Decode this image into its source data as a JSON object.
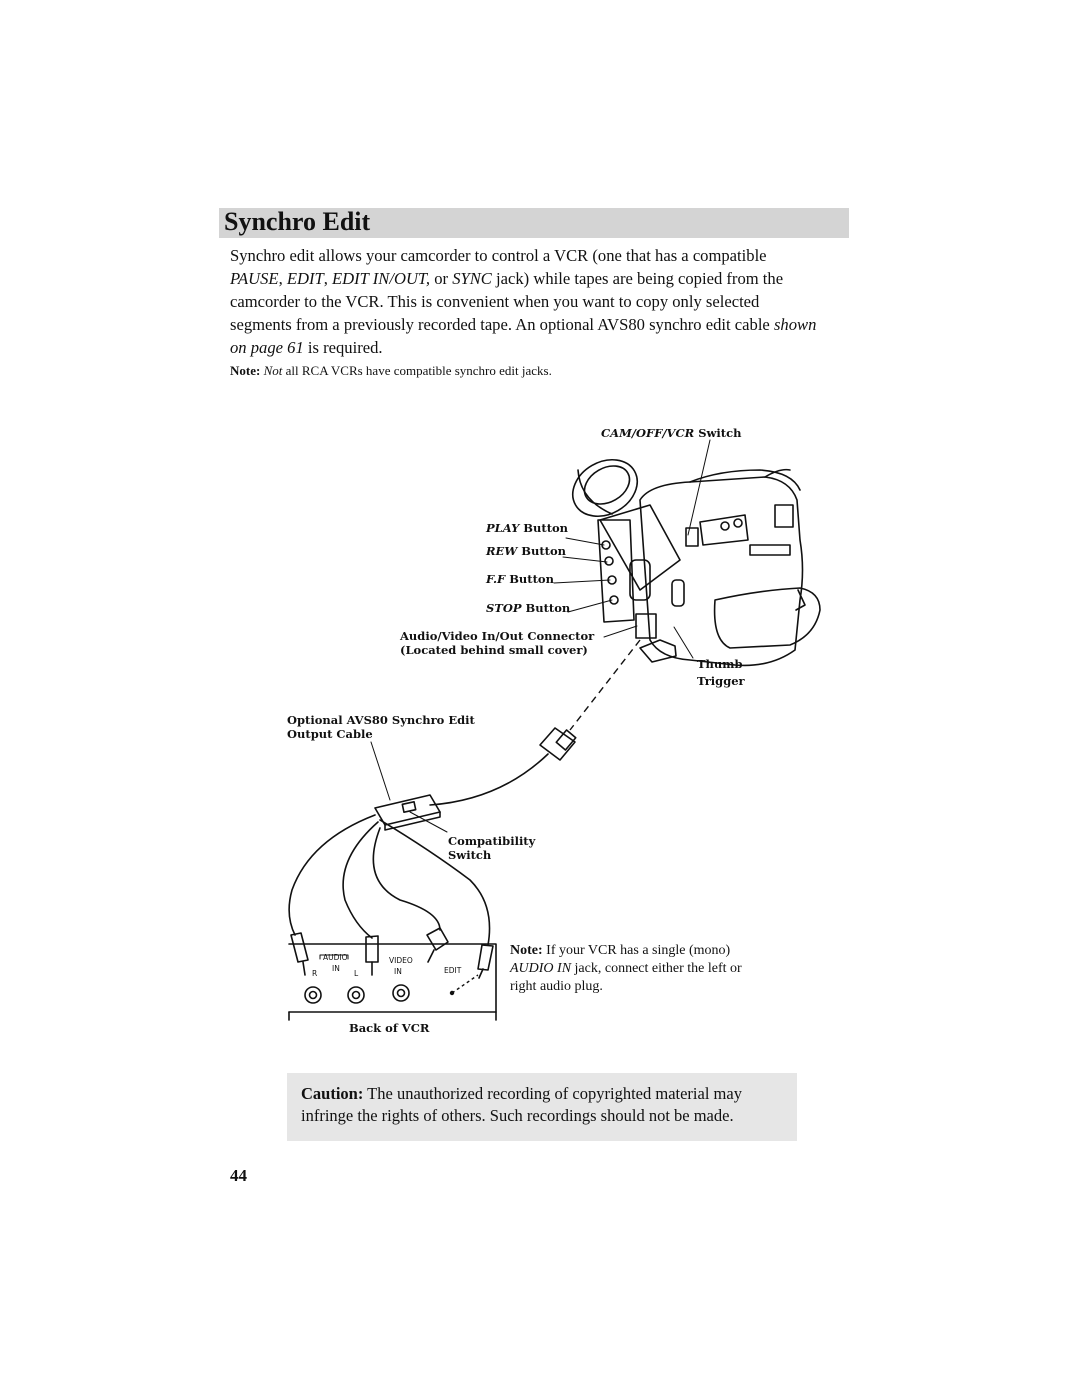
{
  "heading": "Synchro Edit",
  "intro": {
    "p1": "Synchro edit allows your camcorder to control a VCR (one that has a compatible ",
    "i1": "PAUSE",
    "p2": ", ",
    "i2": "EDIT",
    "p3": ", ",
    "i3": "EDIT IN/OUT,",
    "p4": " or ",
    "i4": "SYNC",
    "p5": " jack) while tapes are being copied from the camcorder to the VCR.  This is convenient when you want to copy only selected segments from a previously recorded tape.  An optional AVS80 synchro edit cable ",
    "i5": "shown on page 61",
    "p6": " is required."
  },
  "note1": {
    "label": "Note:",
    "italic": "Not",
    "text": " all RCA VCRs have compatible synchro edit jacks."
  },
  "figure": {
    "cam_switch_italic": "CAM/OFF/VCR",
    "cam_switch_text": " Switch",
    "play_italic": "PLAY",
    "rew_italic": "REW",
    "ff_italic": "F.F",
    "stop_italic": "STOP",
    "button_word": " Button",
    "av_connector": "Audio/Video In/Out Connector",
    "av_connector_sub": "(Located behind small cover)",
    "thumb": "Thumb",
    "trigger": "Trigger",
    "cable_line1": "Optional AVS80 Synchro Edit",
    "cable_line2": "Output Cable",
    "compat_line1": "Compatibility",
    "compat_line2": "Switch",
    "back_of_vcr": "Back of VCR",
    "panel_audio": "AUDIO",
    "panel_in": "IN",
    "panel_r": "R",
    "panel_l": "L",
    "panel_video": "VIDEO",
    "panel_video_in": "IN",
    "panel_edit": "EDIT"
  },
  "note2": {
    "label": "Note:",
    "t1": " If your VCR has a single (mono) ",
    "italic": "AUDIO IN",
    "t2": " jack, connect either the left or right audio plug."
  },
  "caution": {
    "label": "Caution:",
    "text": "  The unauthorized recording of copyrighted material may infringe the rights of others. Such recordings should not be made."
  },
  "page_number": "44"
}
